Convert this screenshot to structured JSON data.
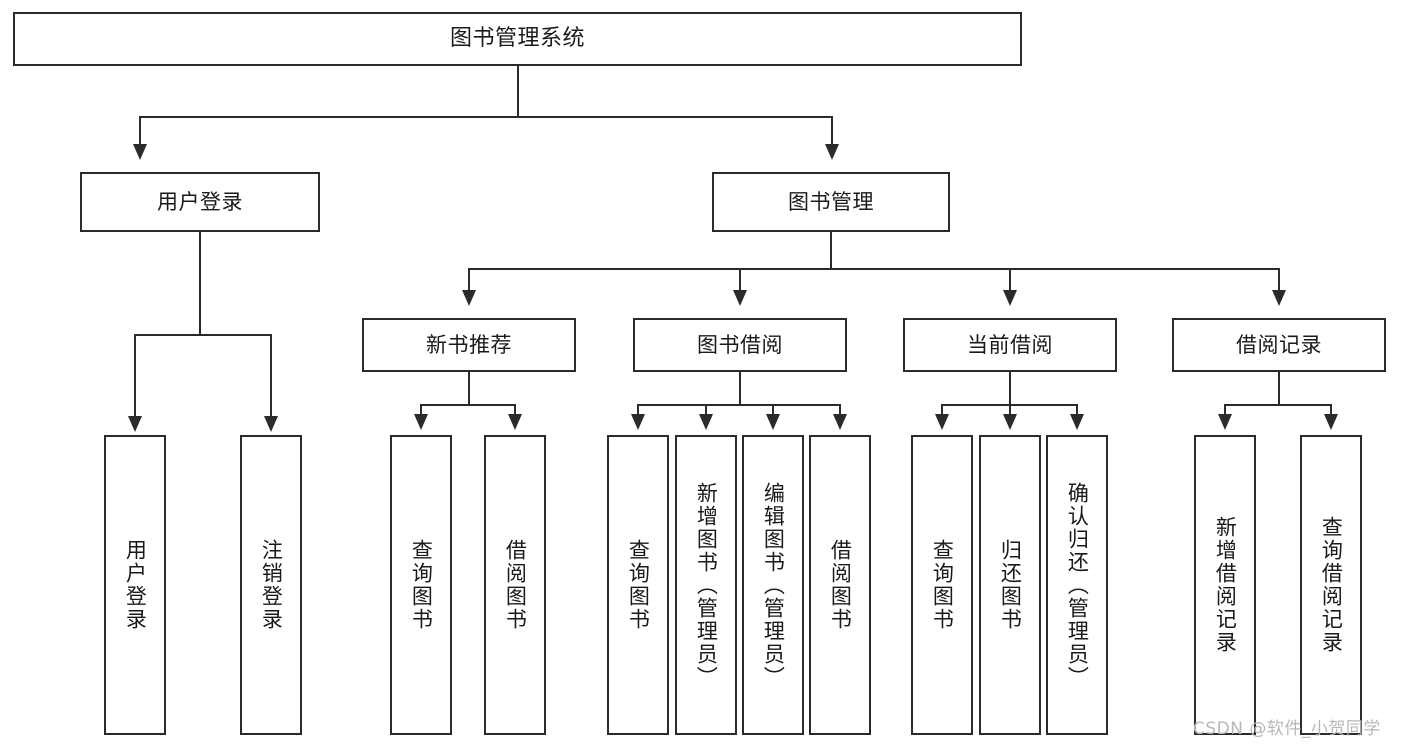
{
  "diagram": {
    "type": "tree-hierarchy",
    "title": "图书管理系统",
    "watermark": "CSDN @软件_小贺同学",
    "colors": {
      "stroke": "#2b2b2b",
      "fill": "#ffffff",
      "text": "#1a1a1a",
      "watermark": "#b8b8b8"
    },
    "levels": {
      "root": [
        "图书管理系统"
      ],
      "level2": [
        "用户登录",
        "图书管理"
      ],
      "level3": [
        "新书推荐",
        "图书借阅",
        "当前借阅",
        "借阅记录"
      ],
      "leaves": [
        "用户登录",
        "注销登录",
        "查询图书",
        "借阅图书",
        "查询图书",
        "新增图书（管理员）",
        "编辑图书（管理员）",
        "借阅图书",
        "查询图书",
        "归还图书",
        "确认归还（管理员）",
        "新增借阅记录",
        "查询借阅记录"
      ]
    },
    "nodes": {
      "root": {
        "label": "图书管理系统"
      },
      "user_login": {
        "label": "用户登录"
      },
      "book_manage": {
        "label": "图书管理"
      },
      "new_book_rec": {
        "label": "新书推荐"
      },
      "book_borrow": {
        "label": "图书借阅"
      },
      "current_borrow": {
        "label": "当前借阅"
      },
      "borrow_record": {
        "label": "借阅记录"
      },
      "leaf_user_login": {
        "label": "用户登录"
      },
      "leaf_logout": {
        "label": "注销登录"
      },
      "leaf_query_book_1": {
        "label": "查询图书"
      },
      "leaf_borrow_book_1": {
        "label": "借阅图书"
      },
      "leaf_query_book_2": {
        "label": "查询图书"
      },
      "leaf_add_book": {
        "label": "新增图书（管理员）"
      },
      "leaf_edit_book": {
        "label": "编辑图书（管理员）"
      },
      "leaf_borrow_book_2": {
        "label": "借阅图书"
      },
      "leaf_query_book_3": {
        "label": "查询图书"
      },
      "leaf_return_book": {
        "label": "归还图书"
      },
      "leaf_confirm_return": {
        "label": "确认归还（管理员）"
      },
      "leaf_add_record": {
        "label": "新增借阅记录"
      },
      "leaf_query_record": {
        "label": "查询借阅记录"
      }
    },
    "edges": [
      {
        "from": "root",
        "to": "user_login"
      },
      {
        "from": "root",
        "to": "book_manage"
      },
      {
        "from": "user_login",
        "to": "leaf_user_login"
      },
      {
        "from": "user_login",
        "to": "leaf_logout"
      },
      {
        "from": "book_manage",
        "to": "new_book_rec"
      },
      {
        "from": "book_manage",
        "to": "book_borrow"
      },
      {
        "from": "book_manage",
        "to": "current_borrow"
      },
      {
        "from": "book_manage",
        "to": "borrow_record"
      },
      {
        "from": "new_book_rec",
        "to": "leaf_query_book_1"
      },
      {
        "from": "new_book_rec",
        "to": "leaf_borrow_book_1"
      },
      {
        "from": "book_borrow",
        "to": "leaf_query_book_2"
      },
      {
        "from": "book_borrow",
        "to": "leaf_add_book"
      },
      {
        "from": "book_borrow",
        "to": "leaf_edit_book"
      },
      {
        "from": "book_borrow",
        "to": "leaf_borrow_book_2"
      },
      {
        "from": "current_borrow",
        "to": "leaf_query_book_3"
      },
      {
        "from": "current_borrow",
        "to": "leaf_return_book"
      },
      {
        "from": "current_borrow",
        "to": "leaf_confirm_return"
      },
      {
        "from": "borrow_record",
        "to": "leaf_add_record"
      },
      {
        "from": "borrow_record",
        "to": "leaf_query_record"
      }
    ]
  }
}
